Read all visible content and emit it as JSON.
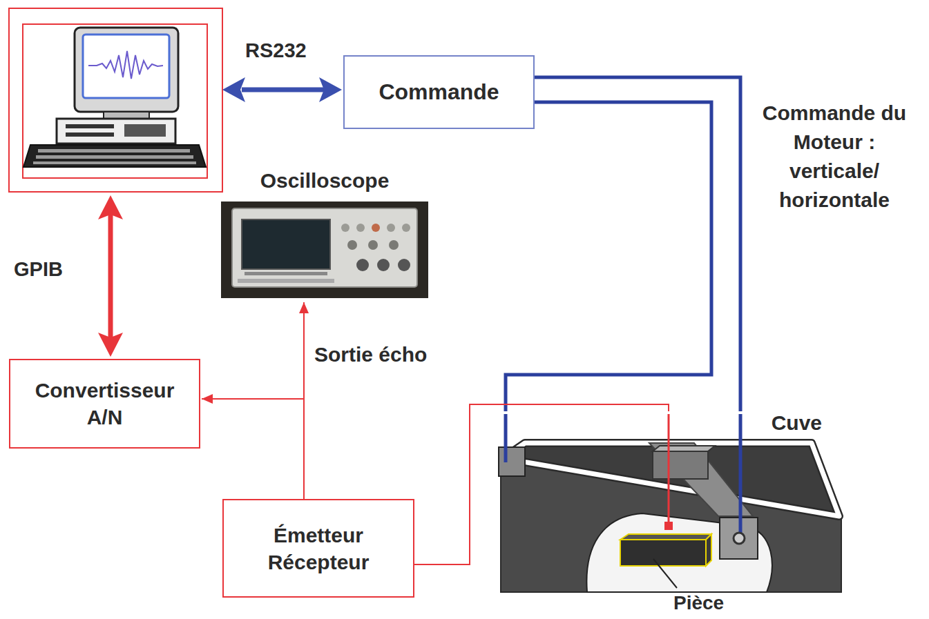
{
  "diagram": {
    "nodes": [
      {
        "text": [
          "Commande"
        ]
      },
      {
        "text": [
          "Oscilloscope"
        ]
      },
      {
        "text": [
          "Convertisseur A/N"
        ]
      },
      {
        "text": [
          "Émetteur Récepteur"
        ]
      },
      {
        "text": [
          "Cuve"
        ]
      }
    ],
    "edges": [
      {
        "from": 0,
        "to": 4,
        "arrow": "none"
      },
      {
        "from": 0,
        "to": 4,
        "arrow": "none"
      },
      {
        "from": 3,
        "to": 1,
        "arrow": "to",
        "label": "Sortie écho"
      },
      {
        "from": 3,
        "to": 2,
        "arrow": "to"
      },
      {
        "from": 3,
        "to": 4,
        "arrow": "none"
      }
    ],
    "labels": [
      "RS232",
      "Commande du Moteur : verticale/ horizontale",
      "GPIB",
      "Pièce"
    ]
  }
}
